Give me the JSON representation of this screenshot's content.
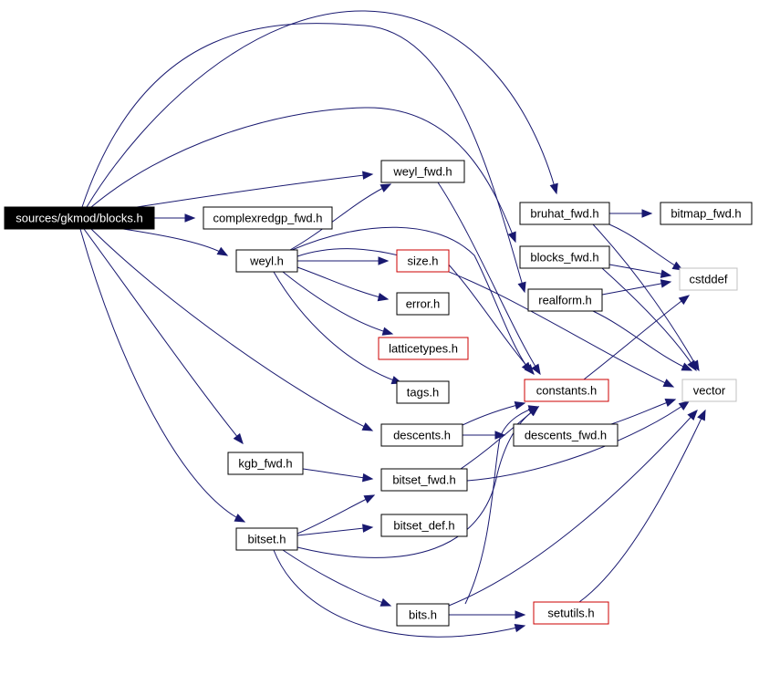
{
  "nodes": [
    {
      "id": "blocks",
      "label": "sources/gkmod/blocks.h",
      "style": "root"
    },
    {
      "id": "complexredgp_fwd",
      "label": "complexredgp_fwd.h",
      "style": "normal"
    },
    {
      "id": "weyl_fwd",
      "label": "weyl_fwd.h",
      "style": "normal"
    },
    {
      "id": "bruhat_fwd",
      "label": "bruhat_fwd.h",
      "style": "normal"
    },
    {
      "id": "bitmap_fwd",
      "label": "bitmap_fwd.h",
      "style": "normal"
    },
    {
      "id": "blocks_fwd",
      "label": "blocks_fwd.h",
      "style": "normal"
    },
    {
      "id": "cstddef",
      "label": "cstddef",
      "style": "external"
    },
    {
      "id": "realform",
      "label": "realform.h",
      "style": "normal"
    },
    {
      "id": "weyl",
      "label": "weyl.h",
      "style": "normal"
    },
    {
      "id": "size",
      "label": "size.h",
      "style": "truncated"
    },
    {
      "id": "error",
      "label": "error.h",
      "style": "normal"
    },
    {
      "id": "latticetypes",
      "label": "latticetypes.h",
      "style": "truncated"
    },
    {
      "id": "tags",
      "label": "tags.h",
      "style": "normal"
    },
    {
      "id": "constants",
      "label": "constants.h",
      "style": "truncated"
    },
    {
      "id": "vector",
      "label": "vector",
      "style": "external"
    },
    {
      "id": "descents",
      "label": "descents.h",
      "style": "normal"
    },
    {
      "id": "descents_fwd",
      "label": "descents_fwd.h",
      "style": "normal"
    },
    {
      "id": "kgb_fwd",
      "label": "kgb_fwd.h",
      "style": "normal"
    },
    {
      "id": "bitset_fwd",
      "label": "bitset_fwd.h",
      "style": "normal"
    },
    {
      "id": "bitset",
      "label": "bitset.h",
      "style": "normal"
    },
    {
      "id": "bitset_def",
      "label": "bitset_def.h",
      "style": "normal"
    },
    {
      "id": "bits",
      "label": "bits.h",
      "style": "normal"
    },
    {
      "id": "setutils",
      "label": "setutils.h",
      "style": "truncated"
    }
  ],
  "edges": [
    {
      "from": "blocks",
      "to": "complexredgp_fwd"
    },
    {
      "from": "blocks",
      "to": "weyl_fwd"
    },
    {
      "from": "blocks",
      "to": "bruhat_fwd"
    },
    {
      "from": "blocks",
      "to": "blocks_fwd"
    },
    {
      "from": "blocks",
      "to": "realform"
    },
    {
      "from": "blocks",
      "to": "weyl"
    },
    {
      "from": "blocks",
      "to": "descents"
    },
    {
      "from": "blocks",
      "to": "kgb_fwd"
    },
    {
      "from": "blocks",
      "to": "bitset"
    },
    {
      "from": "weyl_fwd",
      "to": "constants"
    },
    {
      "from": "bruhat_fwd",
      "to": "bitmap_fwd"
    },
    {
      "from": "bruhat_fwd",
      "to": "cstddef"
    },
    {
      "from": "bruhat_fwd",
      "to": "vector"
    },
    {
      "from": "blocks_fwd",
      "to": "cstddef"
    },
    {
      "from": "blocks_fwd",
      "to": "vector"
    },
    {
      "from": "realform",
      "to": "cstddef"
    },
    {
      "from": "realform",
      "to": "vector"
    },
    {
      "from": "weyl",
      "to": "weyl_fwd"
    },
    {
      "from": "weyl",
      "to": "size"
    },
    {
      "from": "weyl",
      "to": "error"
    },
    {
      "from": "weyl",
      "to": "latticetypes"
    },
    {
      "from": "weyl",
      "to": "tags"
    },
    {
      "from": "weyl",
      "to": "constants"
    },
    {
      "from": "weyl",
      "to": "vector"
    },
    {
      "from": "size",
      "to": "constants"
    },
    {
      "from": "constants",
      "to": "cstddef"
    },
    {
      "from": "descents",
      "to": "constants"
    },
    {
      "from": "descents",
      "to": "descents_fwd"
    },
    {
      "from": "descents_fwd",
      "to": "vector"
    },
    {
      "from": "kgb_fwd",
      "to": "bitset_fwd"
    },
    {
      "from": "bitset_fwd",
      "to": "constants"
    },
    {
      "from": "bitset_fwd",
      "to": "vector"
    },
    {
      "from": "bitset",
      "to": "bitset_fwd"
    },
    {
      "from": "bitset",
      "to": "bitset_def"
    },
    {
      "from": "bitset",
      "to": "constants"
    },
    {
      "from": "bitset",
      "to": "bits"
    },
    {
      "from": "bitset",
      "to": "setutils"
    },
    {
      "from": "bits",
      "to": "constants"
    },
    {
      "from": "bits",
      "to": "setutils"
    },
    {
      "from": "bits",
      "to": "vector"
    },
    {
      "from": "setutils",
      "to": "vector"
    }
  ],
  "colors": {
    "edge": "#191970",
    "node_border": "#000000",
    "truncated_border": "#cc0000",
    "external_border": "#c0c0c0",
    "root_fill": "#000000",
    "root_text": "#ffffff"
  }
}
